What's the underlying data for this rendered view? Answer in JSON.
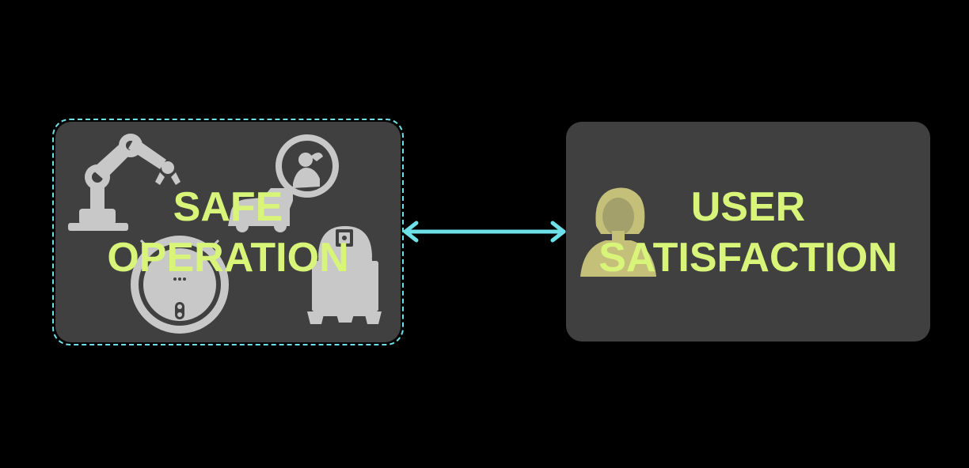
{
  "colors": {
    "background": "#000000",
    "box_fill": "#404040",
    "icon_fill": "#c8c8c8",
    "person_icon_fill": "#c4c07a",
    "label_text": "#d8f57a",
    "accent_connector": "#6ee0e8"
  },
  "nodes": {
    "safe_operation": {
      "line1": "SAFE",
      "line2": "OPERATION",
      "icons": [
        "robot-arm-icon",
        "car-with-driver-icon",
        "robot-vacuum-icon",
        "droid-robot-icon"
      ],
      "selected": true
    },
    "user_satisfaction": {
      "line1": "USER",
      "line2": "SATISFACTION",
      "icons": [
        "woman-user-icon"
      ]
    }
  },
  "edges": [
    {
      "from": "safe_operation",
      "to": "user_satisfaction",
      "style": "bidirectional-arrow"
    }
  ]
}
